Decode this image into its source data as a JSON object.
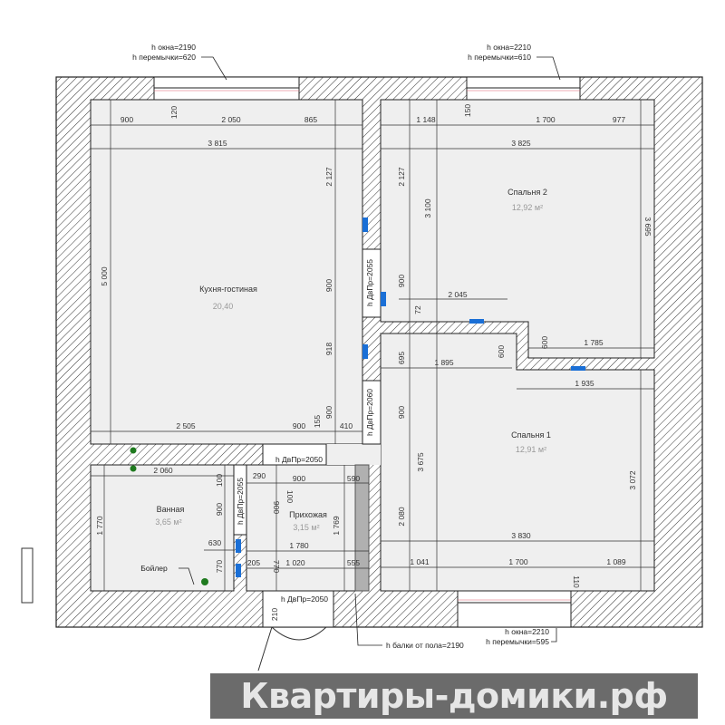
{
  "colors": {
    "wall_hatch": "#333333",
    "room_fill": "#efefef",
    "socket": "#1a6fd6",
    "pipe": "#1f7a1f",
    "window_mark": "#e05a6a",
    "logo_bg": "#6b6b6b",
    "logo_accent": "#7dbb4a"
  },
  "callouts": {
    "kitchen_window": [
      "h окна=2190",
      "h перемычки=620"
    ],
    "bedroom2_window": [
      "h окна=2210",
      "h перемычки=610"
    ],
    "bedroom1_window": [
      "h окна=2210",
      "h перемычки=595"
    ],
    "beam": "h балки от пола=2190"
  },
  "kitchen": {
    "name": "Кухня-гостиная",
    "area": "20,40",
    "dims": [
      "900",
      "2 050",
      "865",
      "3 815",
      "120",
      "5 000",
      "2 127",
      "900",
      "918",
      "900",
      "2 505",
      "900",
      "155",
      "410"
    ]
  },
  "bedroom2": {
    "name": "Спальня 2",
    "area": "12,92 м²",
    "dims": [
      "1 148",
      "150",
      "1 700",
      "977",
      "3 825",
      "2 127",
      "3 100",
      "3 695",
      "900",
      "2 045",
      "72",
      "600",
      "1 785"
    ]
  },
  "bedroom1": {
    "name": "Спальня 1",
    "area": "12,91 м²",
    "dims": [
      "695",
      "1 895",
      "600",
      "1 935",
      "900",
      "3 675",
      "2 080",
      "3 072",
      "3 830",
      "1 041",
      "1 700",
      "1 089",
      "110"
    ]
  },
  "bathroom": {
    "name": "Ванная",
    "area": "3,65 м²",
    "boiler": "Бойлер",
    "dims": [
      "2 060",
      "100",
      "900",
      "1 770",
      "630",
      "770"
    ]
  },
  "hallway": {
    "name": "Прихожая",
    "area": "3,15 м²",
    "dims": [
      "290",
      "900",
      "590",
      "100",
      "900",
      "1 769",
      "1 780",
      "205",
      "1 020",
      "555",
      "770",
      "210"
    ]
  },
  "doors": [
    "h ДвПр=2055",
    "h ДвПр=2060",
    "h ДвПр=2050",
    "h ДвПр=2055",
    "h ДвПр=2050"
  ],
  "watermark": "Квартиры-домики.рф"
}
